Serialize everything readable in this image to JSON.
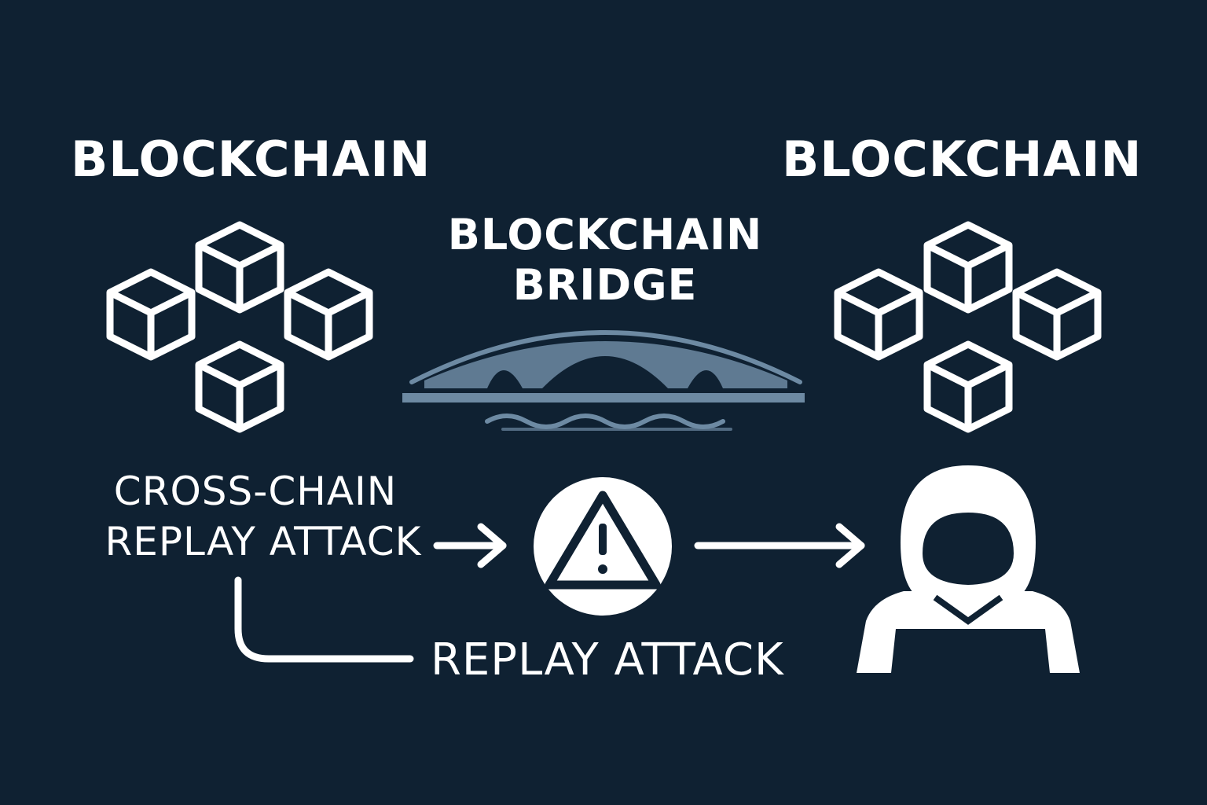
{
  "colors": {
    "background": "#0f2132",
    "foreground": "#ffffff",
    "bridge": "#6d8aa3"
  },
  "diagram": {
    "left_chain": {
      "title": "BLOCKCHAIN",
      "icon": "blocks-cluster-icon"
    },
    "right_chain": {
      "title": "BLOCKCHAIN",
      "icon": "blocks-cluster-icon"
    },
    "bridge": {
      "title_line_1": "BLOCKCHAIN",
      "title_line_2": "BRIDGE",
      "icon": "bridge-icon"
    },
    "attack": {
      "line_1": "CROSS-CHAIN",
      "line_2": "REPLAY ATTACK"
    },
    "warning": {
      "icon": "warning-icon"
    },
    "attacker": {
      "icon": "hooded-hacker-icon"
    },
    "replay": {
      "label": "REPLAY ATTACK"
    }
  }
}
